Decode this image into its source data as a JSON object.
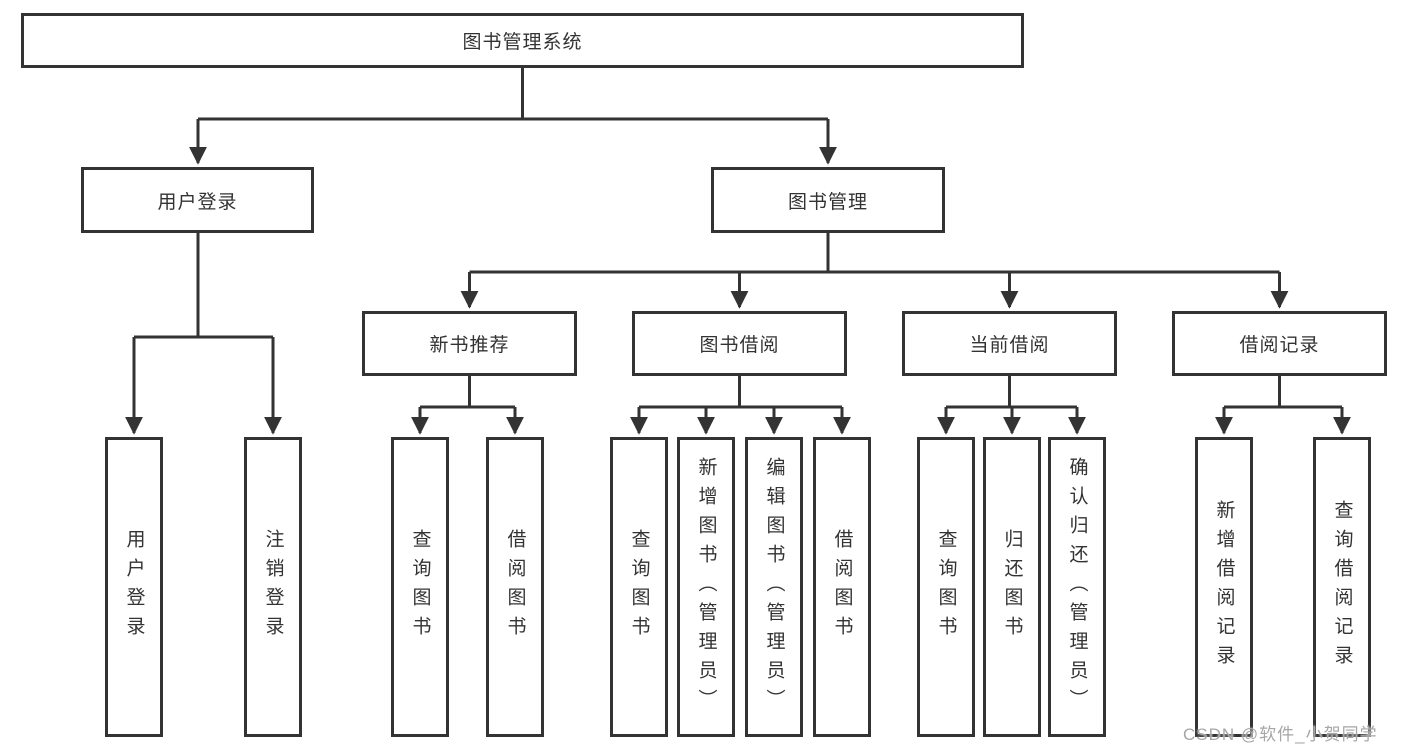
{
  "diagram": {
    "root": {
      "label": "图书管理系统"
    },
    "user_login": {
      "label": "用户登录",
      "children": [
        {
          "label": "用户登录"
        },
        {
          "label": "注销登录"
        }
      ]
    },
    "book_mgmt": {
      "label": "图书管理",
      "sections": [
        {
          "label": "新书推荐",
          "children": [
            {
              "label": "查询图书"
            },
            {
              "label": "借阅图书"
            }
          ]
        },
        {
          "label": "图书借阅",
          "children": [
            {
              "label": "查询图书"
            },
            {
              "label": "新增图书（管理员）"
            },
            {
              "label": "编辑图书（管理员）"
            },
            {
              "label": "借阅图书"
            }
          ]
        },
        {
          "label": "当前借阅",
          "children": [
            {
              "label": "查询图书"
            },
            {
              "label": "归还图书"
            },
            {
              "label": "确认归还（管理员）"
            }
          ]
        },
        {
          "label": "借阅记录",
          "children": [
            {
              "label": "新增借阅记录"
            },
            {
              "label": "查询借阅记录"
            }
          ]
        }
      ]
    }
  },
  "watermark": {
    "text": "CSDN @软件_小贺同学"
  },
  "colors": {
    "line": "#333333",
    "text": "#333333",
    "box_background": "#ffffff",
    "watermark": "#a6a6a6",
    "background": "#ffffff"
  }
}
